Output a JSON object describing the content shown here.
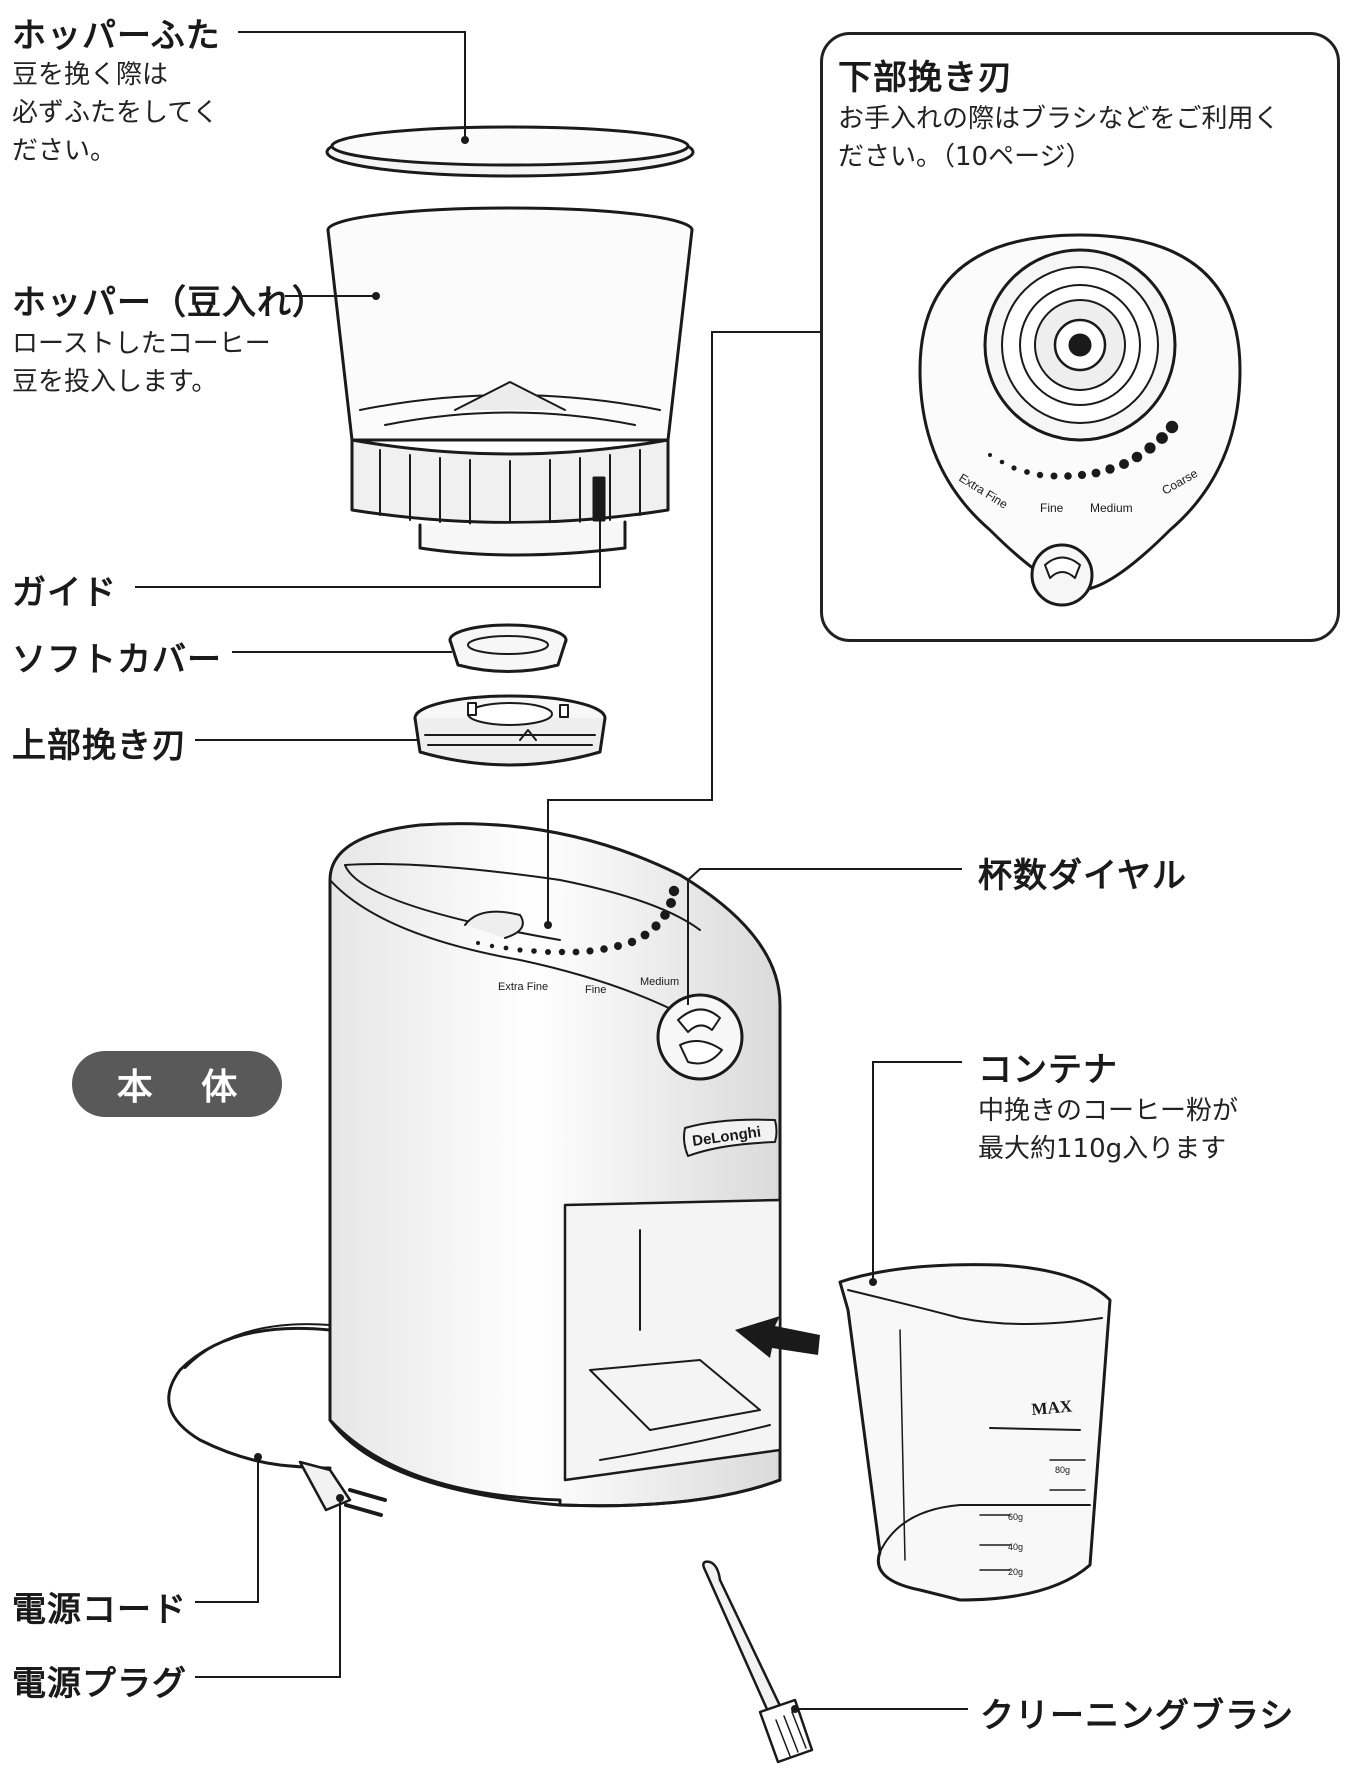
{
  "labels": {
    "hopper_lid": {
      "title": "ホッパーふた",
      "desc": "豆を挽く際は\n必ずふたをしてく\nださい。"
    },
    "hopper": {
      "title": "ホッパー（豆入れ）",
      "desc": "ローストしたコーヒー\n豆を投入します。"
    },
    "guide": {
      "title": "ガイド"
    },
    "soft_cover": {
      "title": "ソフトカバー"
    },
    "upper_burr": {
      "title": "上部挽き刃"
    },
    "lower_burr": {
      "title": "下部挽き刃",
      "desc": "お手入れの際はブラシなどをご利用く\nださい。（10ページ）"
    },
    "cup_dial": {
      "title": "杯数ダイヤル"
    },
    "container": {
      "title": "コンテナ",
      "desc": "中挽きのコーヒー粉が\n最大約110g入ります"
    },
    "power_cord": {
      "title": "電源コード"
    },
    "power_plug": {
      "title": "電源プラグ"
    },
    "cleaning_brush": {
      "title": "クリーニングブラシ"
    }
  },
  "body_badge": "本 体",
  "device_marks": {
    "brand": "DeLonghi",
    "grind_settings": [
      "Extra Fine",
      "Fine",
      "Medium",
      "Coarse"
    ],
    "container_max": "MAX",
    "container_scale": [
      "80g",
      "60g",
      "40g",
      "20g"
    ]
  },
  "colors": {
    "line": "#1a1a1a",
    "badge": "#595959",
    "fill_light": "#f2f2f2",
    "shade": "#dcdcdc"
  }
}
